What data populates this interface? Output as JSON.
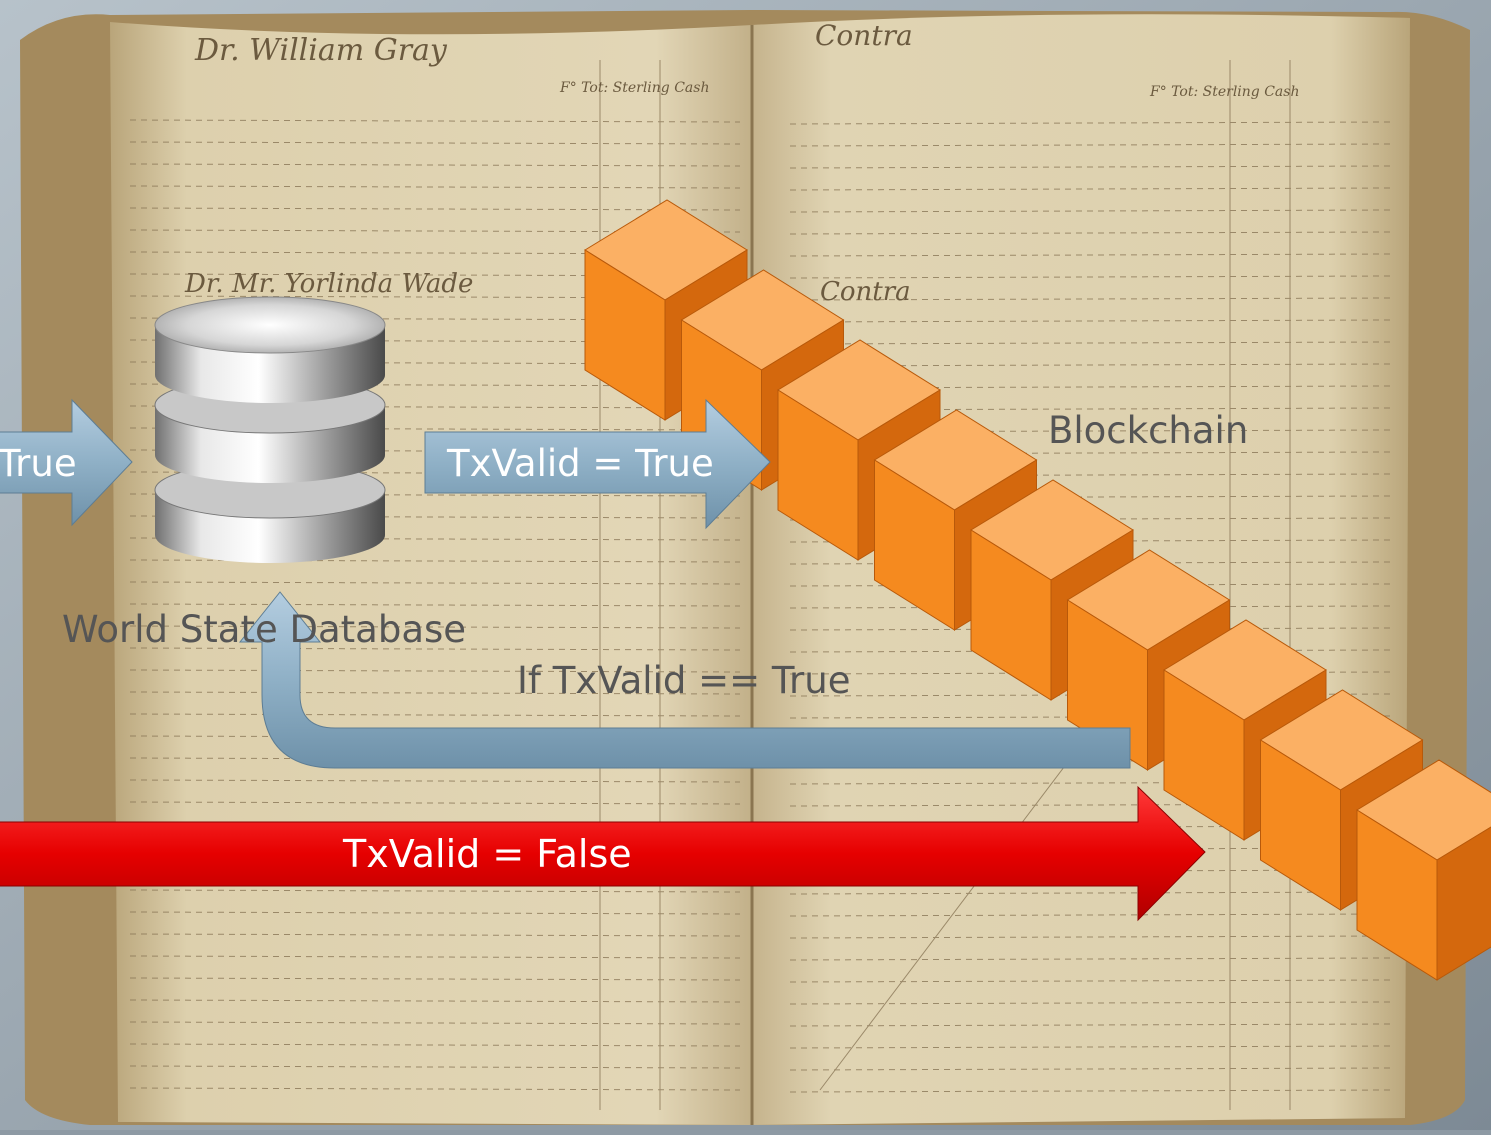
{
  "labels": {
    "arrow_in_left": "True",
    "arrow_to_blockchain": "TxValid = True",
    "blockchain": "Blockchain",
    "database": "World State Database",
    "feedback": "If TxValid == True",
    "invalid_arrow": "TxValid = False"
  },
  "colors": {
    "page": "#d9c9a0",
    "ink": "#6b5a3f",
    "cube_front": "#f58a1f",
    "cube_top": "#fbb064",
    "cube_side": "#d4680d",
    "blue_arrow": "#8fb0c6",
    "red_arrow": "#e60000",
    "label_gray": "#555555"
  },
  "book": {
    "left_page_header": "Dr. William Gray",
    "right_page_header": "Contra",
    "columns_header": "F° Tot: Sterling Cash",
    "left_subheader": "Dr. Mr. Yorlinda Wade",
    "right_subheader": "Contra"
  },
  "icons": [
    "database-icon",
    "block-icon"
  ]
}
